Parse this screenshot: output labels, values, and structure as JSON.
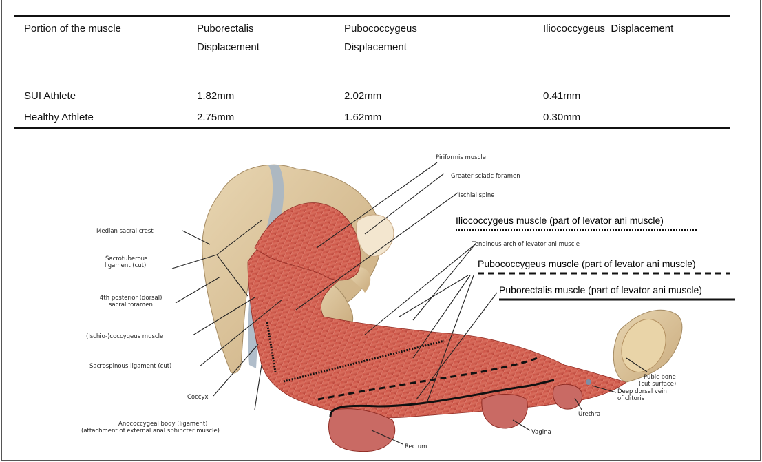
{
  "table": {
    "headers": [
      {
        "line1": "Portion of the muscle",
        "line2": ""
      },
      {
        "line1": "Puborectalis",
        "line2": "Displacement"
      },
      {
        "line1": "Pubococcygeus",
        "line2": "Displacement"
      },
      {
        "line1": "Iliococcygeus  Displacement",
        "line2": ""
      }
    ],
    "rows": [
      [
        "SUI Athlete",
        "1.82mm",
        "2.02mm",
        "0.41mm"
      ],
      [
        "Healthy Athlete",
        "2.75mm",
        "1.62mm",
        "0.30mm"
      ]
    ]
  },
  "figure": {
    "labels": {
      "piriformis": "Piriformis muscle",
      "greater_sciatic": "Greater sciatic foramen",
      "ischial_spine": "Ischial spine",
      "median_sacral": "Median sacral crest",
      "sacrotuberous_1": "Sacrotuberous",
      "sacrotuberous_2": "ligament (cut)",
      "tendinous_arch": "Tendinous arch of levator ani muscle",
      "sacral_foramen_1": "4th posterior (dorsal)",
      "sacral_foramen_2": "sacral foramen",
      "ischiococcygeus": "(Ischio-)coccygeus muscle",
      "sacrospinous": "Sacrospinous ligament (cut)",
      "coccyx": "Coccyx",
      "anococcygeal_1": "Anococcygeal body (ligament)",
      "anococcygeal_2": "(attachment of external anal sphincter muscle)",
      "pubic_bone_1": "Pubic bone",
      "pubic_bone_2": "(cut surface)",
      "deep_dorsal_1": "Deep dorsal vein",
      "deep_dorsal_2": "of clitoris",
      "urethra": "Urethra",
      "vagina": "Vagina",
      "rectum": "Rectum"
    },
    "legend": {
      "iliococcygeus": "Iliococcygeus  muscle (part of levator ani muscle)",
      "pubococcygeus": "Pubococcygeus  muscle (part of levator ani muscle)",
      "puborectalis": "Puborectalis  muscle (part of levator ani muscle)"
    }
  }
}
